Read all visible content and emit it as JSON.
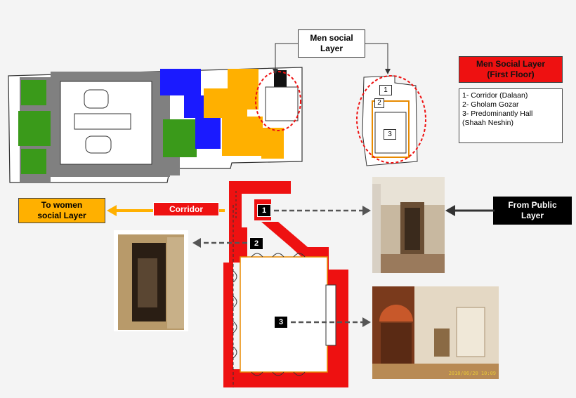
{
  "labels": {
    "men_social_layer": "Men social\nLayer",
    "men_social_layer_first_floor": "Men Social Layer\n(First Floor)",
    "to_women_social_layer": "To women\nsocial Layer",
    "corridor": "Corridor",
    "from_public_layer": "From Public\nLayer"
  },
  "legend_items": [
    "1- Corridor (Dalaan)",
    "2- Gholam Gozar",
    "3- Predominantly Hall",
    "(Shaah Neshin)"
  ],
  "badges": [
    "1",
    "2",
    "3"
  ],
  "small_plan_numbers": [
    "1",
    "2",
    "3"
  ],
  "photo_caption": "2010/06/20 10:09",
  "colors": {
    "red": "#ee1111",
    "orange": "#ffb000",
    "blue": "#1a1aff",
    "green": "#3a9a1a",
    "gray": "#808080",
    "dark": "#111111"
  },
  "icons": [
    "arrow-left-icon",
    "arrow-right-icon",
    "dashed-arrow-icon"
  ]
}
